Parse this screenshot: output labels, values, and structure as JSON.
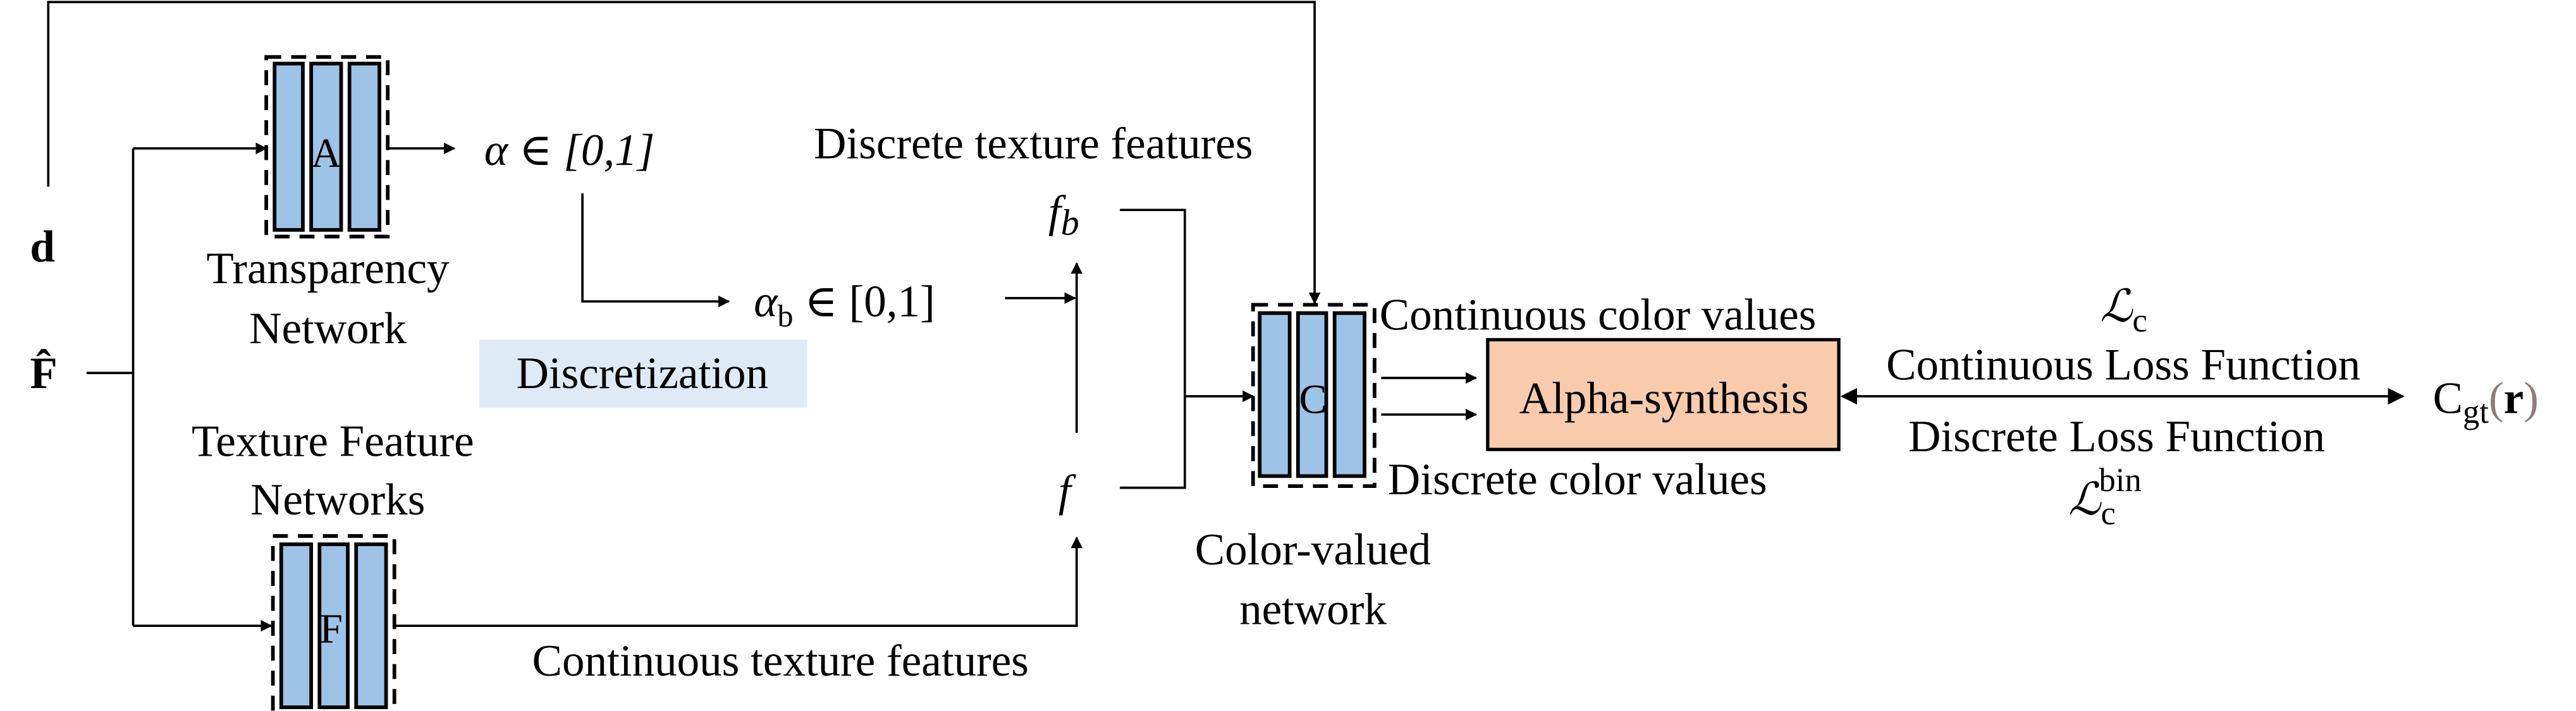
{
  "colors": {
    "network_bar": "#9DC3E6",
    "discretization_bg": "#DEEBF7",
    "alpha_synthesis_bg": "#F8CBAD",
    "paren_color": "#8B7D7B"
  },
  "inputs": {
    "view_direction": "d",
    "feature": "F̂"
  },
  "networks": {
    "transparency": {
      "letter": "A",
      "label_line1": "Transparency",
      "label_line2": "Network"
    },
    "texture": {
      "letter": "F",
      "label_line1": "Texture Feature",
      "label_line2": "Networks"
    },
    "color": {
      "letter": "C",
      "label_line1": "Color-valued",
      "label_line2": "network"
    }
  },
  "math": {
    "alpha": "α ∈ [0,1]",
    "alpha_b_base": "α",
    "alpha_b_sub": "b",
    "alpha_b_rest": " ∈ [0,1]",
    "fb_base": "f",
    "fb_sub": "b",
    "f": "f",
    "loss_c_base": "ℒ",
    "loss_c_sub": "c",
    "loss_bin_base": "ℒ",
    "loss_bin_sub": "c",
    "loss_bin_sup": "bin",
    "cgt_base": "C",
    "cgt_sub": "gt",
    "cgt_open": "(",
    "cgt_arg": "r",
    "cgt_close": ")"
  },
  "labels": {
    "discretization": "Discretization",
    "discrete_texture_features": "Discrete texture features",
    "continuous_texture_features": "Continuous texture features",
    "continuous_color_values": "Continuous color values",
    "discrete_color_values": "Discrete color values",
    "alpha_synthesis": "Alpha-synthesis",
    "continuous_loss": "Continuous Loss Function",
    "discrete_loss": "Discrete Loss Function"
  }
}
